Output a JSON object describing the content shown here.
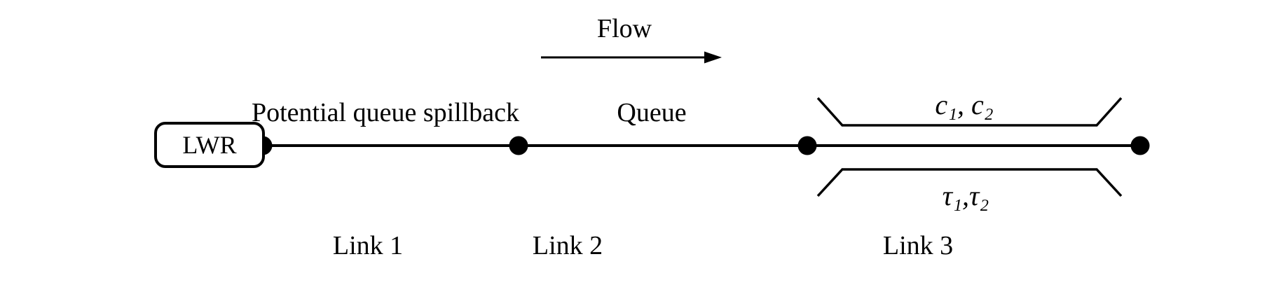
{
  "figure": {
    "source_box": {
      "label": "LWR"
    },
    "flow_arrow": {
      "label": "Flow"
    },
    "annotations": {
      "spillback": "Potential queue spillback",
      "queue": "Queue",
      "capacities": "c₁, c₂",
      "travel_times": "τ₁,τ₂"
    },
    "links": [
      {
        "label": "Link 1"
      },
      {
        "label": "Link 2"
      },
      {
        "label": "Link 3"
      }
    ],
    "colors": {
      "ink": "#000000",
      "background": "#ffffff"
    }
  }
}
